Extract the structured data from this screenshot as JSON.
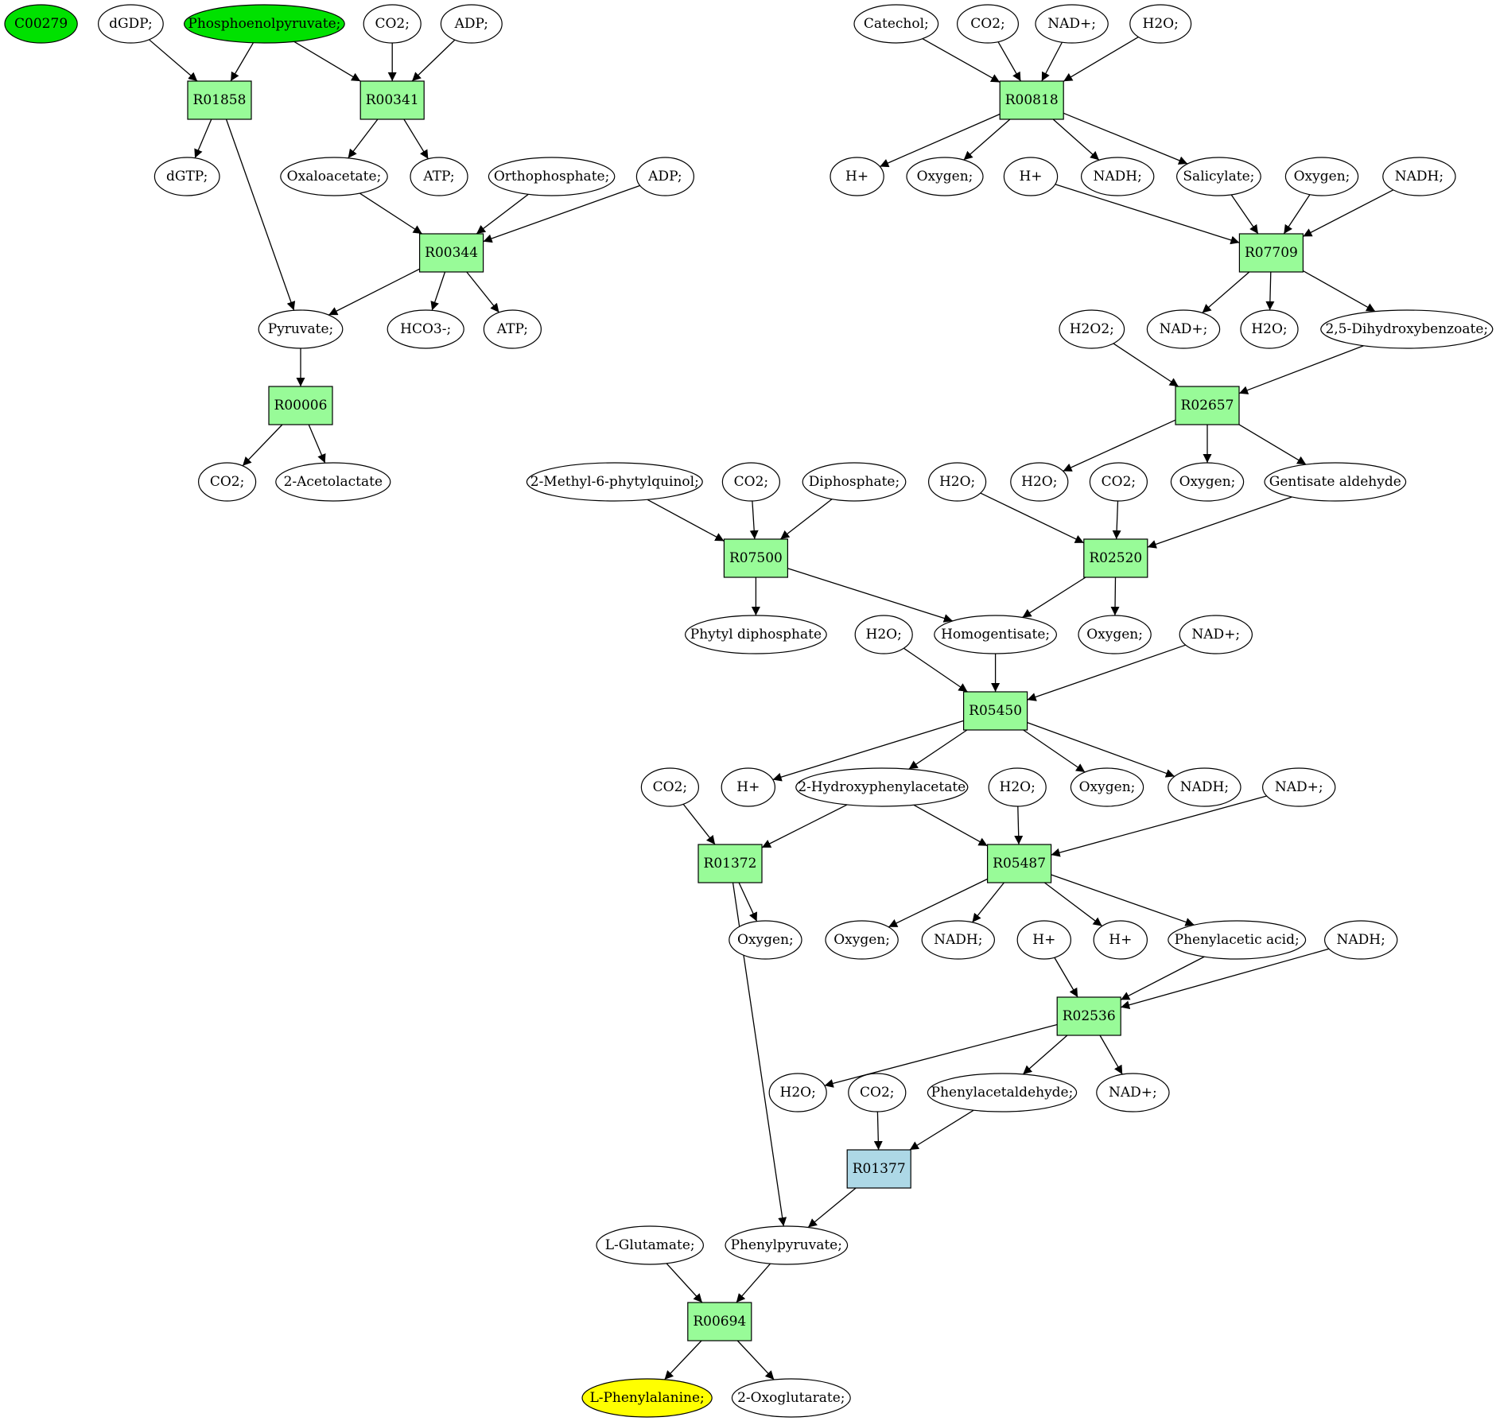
{
  "colors": {
    "compound": "#ffffff",
    "reaction": "#98fb98",
    "reaction_alt": "#add8e6",
    "source": "#00e100",
    "target": "#ffff00"
  },
  "nodes": [
    {
      "id": "c0",
      "label": "C00279",
      "kind": "compound",
      "style": "source"
    },
    {
      "id": "c1",
      "label": "dGDP;",
      "kind": "compound"
    },
    {
      "id": "c2",
      "label": "Phosphoenolpyruvate;",
      "kind": "compound",
      "style": "source"
    },
    {
      "id": "c3",
      "label": "CO2;",
      "kind": "compound"
    },
    {
      "id": "c4",
      "label": "ADP;",
      "kind": "compound"
    },
    {
      "id": "c5",
      "label": "Catechol;",
      "kind": "compound"
    },
    {
      "id": "c6",
      "label": "CO2;",
      "kind": "compound"
    },
    {
      "id": "c7",
      "label": "NAD+;",
      "kind": "compound"
    },
    {
      "id": "c8",
      "label": "H2O;",
      "kind": "compound"
    },
    {
      "id": "r1",
      "label": "R01858",
      "kind": "reaction"
    },
    {
      "id": "r2",
      "label": "R00341",
      "kind": "reaction"
    },
    {
      "id": "r3",
      "label": "R00818",
      "kind": "reaction"
    },
    {
      "id": "c9",
      "label": "dGTP;",
      "kind": "compound"
    },
    {
      "id": "c10",
      "label": "Oxaloacetate;",
      "kind": "compound"
    },
    {
      "id": "c11",
      "label": "ATP;",
      "kind": "compound"
    },
    {
      "id": "c12",
      "label": "Orthophosphate;",
      "kind": "compound"
    },
    {
      "id": "c13",
      "label": "ADP;",
      "kind": "compound"
    },
    {
      "id": "c14",
      "label": "H+",
      "kind": "compound"
    },
    {
      "id": "c15",
      "label": "Oxygen;",
      "kind": "compound"
    },
    {
      "id": "c16",
      "label": "H+",
      "kind": "compound"
    },
    {
      "id": "c17",
      "label": "NADH;",
      "kind": "compound"
    },
    {
      "id": "c18",
      "label": "Salicylate;",
      "kind": "compound"
    },
    {
      "id": "c19",
      "label": "Oxygen;",
      "kind": "compound"
    },
    {
      "id": "c20",
      "label": "NADH;",
      "kind": "compound"
    },
    {
      "id": "r4",
      "label": "R00344",
      "kind": "reaction"
    },
    {
      "id": "r5",
      "label": "R07709",
      "kind": "reaction"
    },
    {
      "id": "c21",
      "label": "Pyruvate;",
      "kind": "compound"
    },
    {
      "id": "c22",
      "label": "HCO3-;",
      "kind": "compound"
    },
    {
      "id": "c23",
      "label": "ATP;",
      "kind": "compound"
    },
    {
      "id": "c24",
      "label": "H2O2;",
      "kind": "compound"
    },
    {
      "id": "c25",
      "label": "NAD+;",
      "kind": "compound"
    },
    {
      "id": "c26",
      "label": "H2O;",
      "kind": "compound"
    },
    {
      "id": "c27",
      "label": "2,5-Dihydroxybenzoate;",
      "kind": "compound"
    },
    {
      "id": "r6",
      "label": "R00006",
      "kind": "reaction"
    },
    {
      "id": "r7",
      "label": "R02657",
      "kind": "reaction"
    },
    {
      "id": "c28",
      "label": "CO2;",
      "kind": "compound"
    },
    {
      "id": "c29",
      "label": "2-Acetolactate",
      "kind": "compound"
    },
    {
      "id": "c30",
      "label": "2-Methyl-6-phytylquinol;",
      "kind": "compound"
    },
    {
      "id": "c31",
      "label": "CO2;",
      "kind": "compound"
    },
    {
      "id": "c32",
      "label": "Diphosphate;",
      "kind": "compound"
    },
    {
      "id": "c33",
      "label": "H2O;",
      "kind": "compound"
    },
    {
      "id": "c34",
      "label": "H2O;",
      "kind": "compound"
    },
    {
      "id": "c35",
      "label": "CO2;",
      "kind": "compound"
    },
    {
      "id": "c36",
      "label": "Oxygen;",
      "kind": "compound"
    },
    {
      "id": "c37",
      "label": "Gentisate aldehyde",
      "kind": "compound"
    },
    {
      "id": "r8",
      "label": "R07500",
      "kind": "reaction"
    },
    {
      "id": "r9",
      "label": "R02520",
      "kind": "reaction"
    },
    {
      "id": "c38",
      "label": "Phytyl diphosphate",
      "kind": "compound"
    },
    {
      "id": "c39",
      "label": "H2O;",
      "kind": "compound"
    },
    {
      "id": "c40",
      "label": "Homogentisate;",
      "kind": "compound"
    },
    {
      "id": "c41",
      "label": "Oxygen;",
      "kind": "compound"
    },
    {
      "id": "c42",
      "label": "NAD+;",
      "kind": "compound"
    },
    {
      "id": "r10",
      "label": "R05450",
      "kind": "reaction"
    },
    {
      "id": "c43",
      "label": "CO2;",
      "kind": "compound"
    },
    {
      "id": "c44",
      "label": "H+",
      "kind": "compound"
    },
    {
      "id": "c45",
      "label": "2-Hydroxyphenylacetate",
      "kind": "compound"
    },
    {
      "id": "c46",
      "label": "H2O;",
      "kind": "compound"
    },
    {
      "id": "c47",
      "label": "Oxygen;",
      "kind": "compound"
    },
    {
      "id": "c48",
      "label": "NADH;",
      "kind": "compound"
    },
    {
      "id": "c49",
      "label": "NAD+;",
      "kind": "compound"
    },
    {
      "id": "r11",
      "label": "R01372",
      "kind": "reaction"
    },
    {
      "id": "r12",
      "label": "R05487",
      "kind": "reaction"
    },
    {
      "id": "c50",
      "label": "Oxygen;",
      "kind": "compound"
    },
    {
      "id": "c51",
      "label": "Oxygen;",
      "kind": "compound"
    },
    {
      "id": "c52",
      "label": "NADH;",
      "kind": "compound"
    },
    {
      "id": "c53",
      "label": "H+",
      "kind": "compound"
    },
    {
      "id": "c54",
      "label": "H+",
      "kind": "compound"
    },
    {
      "id": "c55",
      "label": "Phenylacetic acid;",
      "kind": "compound"
    },
    {
      "id": "c56",
      "label": "NADH;",
      "kind": "compound"
    },
    {
      "id": "r13",
      "label": "R02536",
      "kind": "reaction"
    },
    {
      "id": "c57",
      "label": "H2O;",
      "kind": "compound"
    },
    {
      "id": "c58",
      "label": "CO2;",
      "kind": "compound"
    },
    {
      "id": "c59",
      "label": "Phenylacetaldehyde;",
      "kind": "compound"
    },
    {
      "id": "c60",
      "label": "NAD+;",
      "kind": "compound"
    },
    {
      "id": "r14",
      "label": "R01377",
      "kind": "reaction",
      "style": "alt"
    },
    {
      "id": "c61",
      "label": "L-Glutamate;",
      "kind": "compound"
    },
    {
      "id": "c62",
      "label": "Phenylpyruvate;",
      "kind": "compound"
    },
    {
      "id": "r15",
      "label": "R00694",
      "kind": "reaction"
    },
    {
      "id": "c63",
      "label": "L-Phenylalanine;",
      "kind": "compound",
      "style": "target"
    },
    {
      "id": "c64",
      "label": "2-Oxoglutarate;",
      "kind": "compound"
    }
  ],
  "edges": [
    [
      "c1",
      "r1"
    ],
    [
      "c2",
      "r1"
    ],
    [
      "c2",
      "r2"
    ],
    [
      "c3",
      "r2"
    ],
    [
      "c4",
      "r2"
    ],
    [
      "r1",
      "c9"
    ],
    [
      "r1",
      "c21"
    ],
    [
      "r2",
      "c10"
    ],
    [
      "r2",
      "c11"
    ],
    [
      "c10",
      "r4"
    ],
    [
      "c12",
      "r4"
    ],
    [
      "c13",
      "r4"
    ],
    [
      "r4",
      "c21"
    ],
    [
      "r4",
      "c22"
    ],
    [
      "r4",
      "c23"
    ],
    [
      "c21",
      "r6"
    ],
    [
      "r6",
      "c28"
    ],
    [
      "r6",
      "c29"
    ],
    [
      "c5",
      "r3"
    ],
    [
      "c6",
      "r3"
    ],
    [
      "c7",
      "r3"
    ],
    [
      "c8",
      "r3"
    ],
    [
      "r3",
      "c14"
    ],
    [
      "r3",
      "c15"
    ],
    [
      "r3",
      "c17"
    ],
    [
      "r3",
      "c18"
    ],
    [
      "c16",
      "r5"
    ],
    [
      "c18",
      "r5"
    ],
    [
      "c19",
      "r5"
    ],
    [
      "c20",
      "r5"
    ],
    [
      "r5",
      "c25"
    ],
    [
      "r5",
      "c26"
    ],
    [
      "r5",
      "c27"
    ],
    [
      "c24",
      "r7"
    ],
    [
      "c27",
      "r7"
    ],
    [
      "r7",
      "c34"
    ],
    [
      "r7",
      "c36"
    ],
    [
      "r7",
      "c37"
    ],
    [
      "c30",
      "r8"
    ],
    [
      "c31",
      "r8"
    ],
    [
      "c32",
      "r8"
    ],
    [
      "r8",
      "c38"
    ],
    [
      "r8",
      "c40"
    ],
    [
      "c33",
      "r9"
    ],
    [
      "c35",
      "r9"
    ],
    [
      "c37",
      "r9"
    ],
    [
      "r9",
      "c40"
    ],
    [
      "r9",
      "c41"
    ],
    [
      "c39",
      "r10"
    ],
    [
      "c40",
      "r10"
    ],
    [
      "c42",
      "r10"
    ],
    [
      "r10",
      "c44"
    ],
    [
      "r10",
      "c45"
    ],
    [
      "r10",
      "c47"
    ],
    [
      "r10",
      "c48"
    ],
    [
      "c43",
      "r11"
    ],
    [
      "c45",
      "r11"
    ],
    [
      "r11",
      "c50"
    ],
    [
      "r11",
      "c62"
    ],
    [
      "c45",
      "r12"
    ],
    [
      "c46",
      "r12"
    ],
    [
      "c49",
      "r12"
    ],
    [
      "r12",
      "c51"
    ],
    [
      "r12",
      "c52"
    ],
    [
      "r12",
      "c54"
    ],
    [
      "r12",
      "c55"
    ],
    [
      "c53",
      "r13"
    ],
    [
      "c55",
      "r13"
    ],
    [
      "c56",
      "r13"
    ],
    [
      "r13",
      "c57"
    ],
    [
      "r13",
      "c59"
    ],
    [
      "r13",
      "c60"
    ],
    [
      "c58",
      "r14"
    ],
    [
      "c59",
      "r14"
    ],
    [
      "r14",
      "c62"
    ],
    [
      "c61",
      "r15"
    ],
    [
      "c62",
      "r15"
    ],
    [
      "r15",
      "c63"
    ],
    [
      "r15",
      "c64"
    ]
  ]
}
